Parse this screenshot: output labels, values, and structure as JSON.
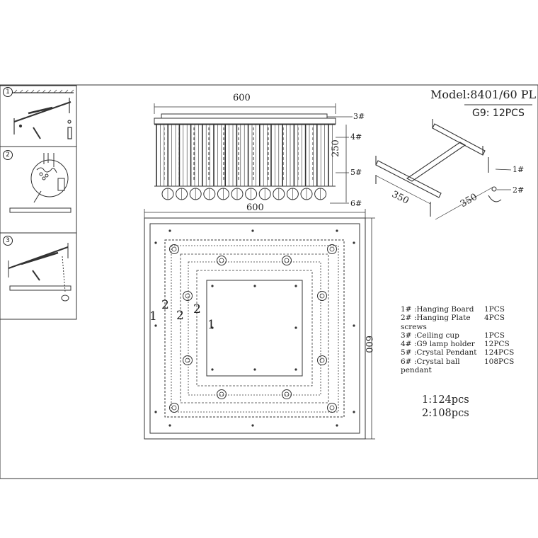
{
  "model": "Model:8401/60 PL",
  "bulb": "G9:  12PCS",
  "steps": [
    "1",
    "2",
    "3"
  ],
  "dims": {
    "front_width": "600",
    "front_height": "250",
    "plan_width": "600",
    "plan_depth": "600",
    "plate_a": "350",
    "plate_b": "350"
  },
  "callouts": {
    "front": [
      "3#",
      "4#",
      "5#",
      "6#"
    ],
    "plate": [
      "1#",
      "2#"
    ]
  },
  "plan_ring_labels": [
    "1",
    "2",
    "2",
    "2",
    "1"
  ],
  "parts": [
    {
      "name": "1# :Hanging Board",
      "qty": "1PCS"
    },
    {
      "name": "2# :Hanging Plate screws",
      "qty": "4PCS"
    },
    {
      "name": "3# :Ceiling cup",
      "qty": "1PCS"
    },
    {
      "name": "4# :G9 lamp holder",
      "qty": "12PCS"
    },
    {
      "name": "5# :Crystal Pendant",
      "qty": "124PCS"
    },
    {
      "name": "6# :Crystal ball pendant",
      "qty": "108PCS"
    }
  ],
  "counts": [
    "1:124pcs",
    "2:108pcs"
  ]
}
